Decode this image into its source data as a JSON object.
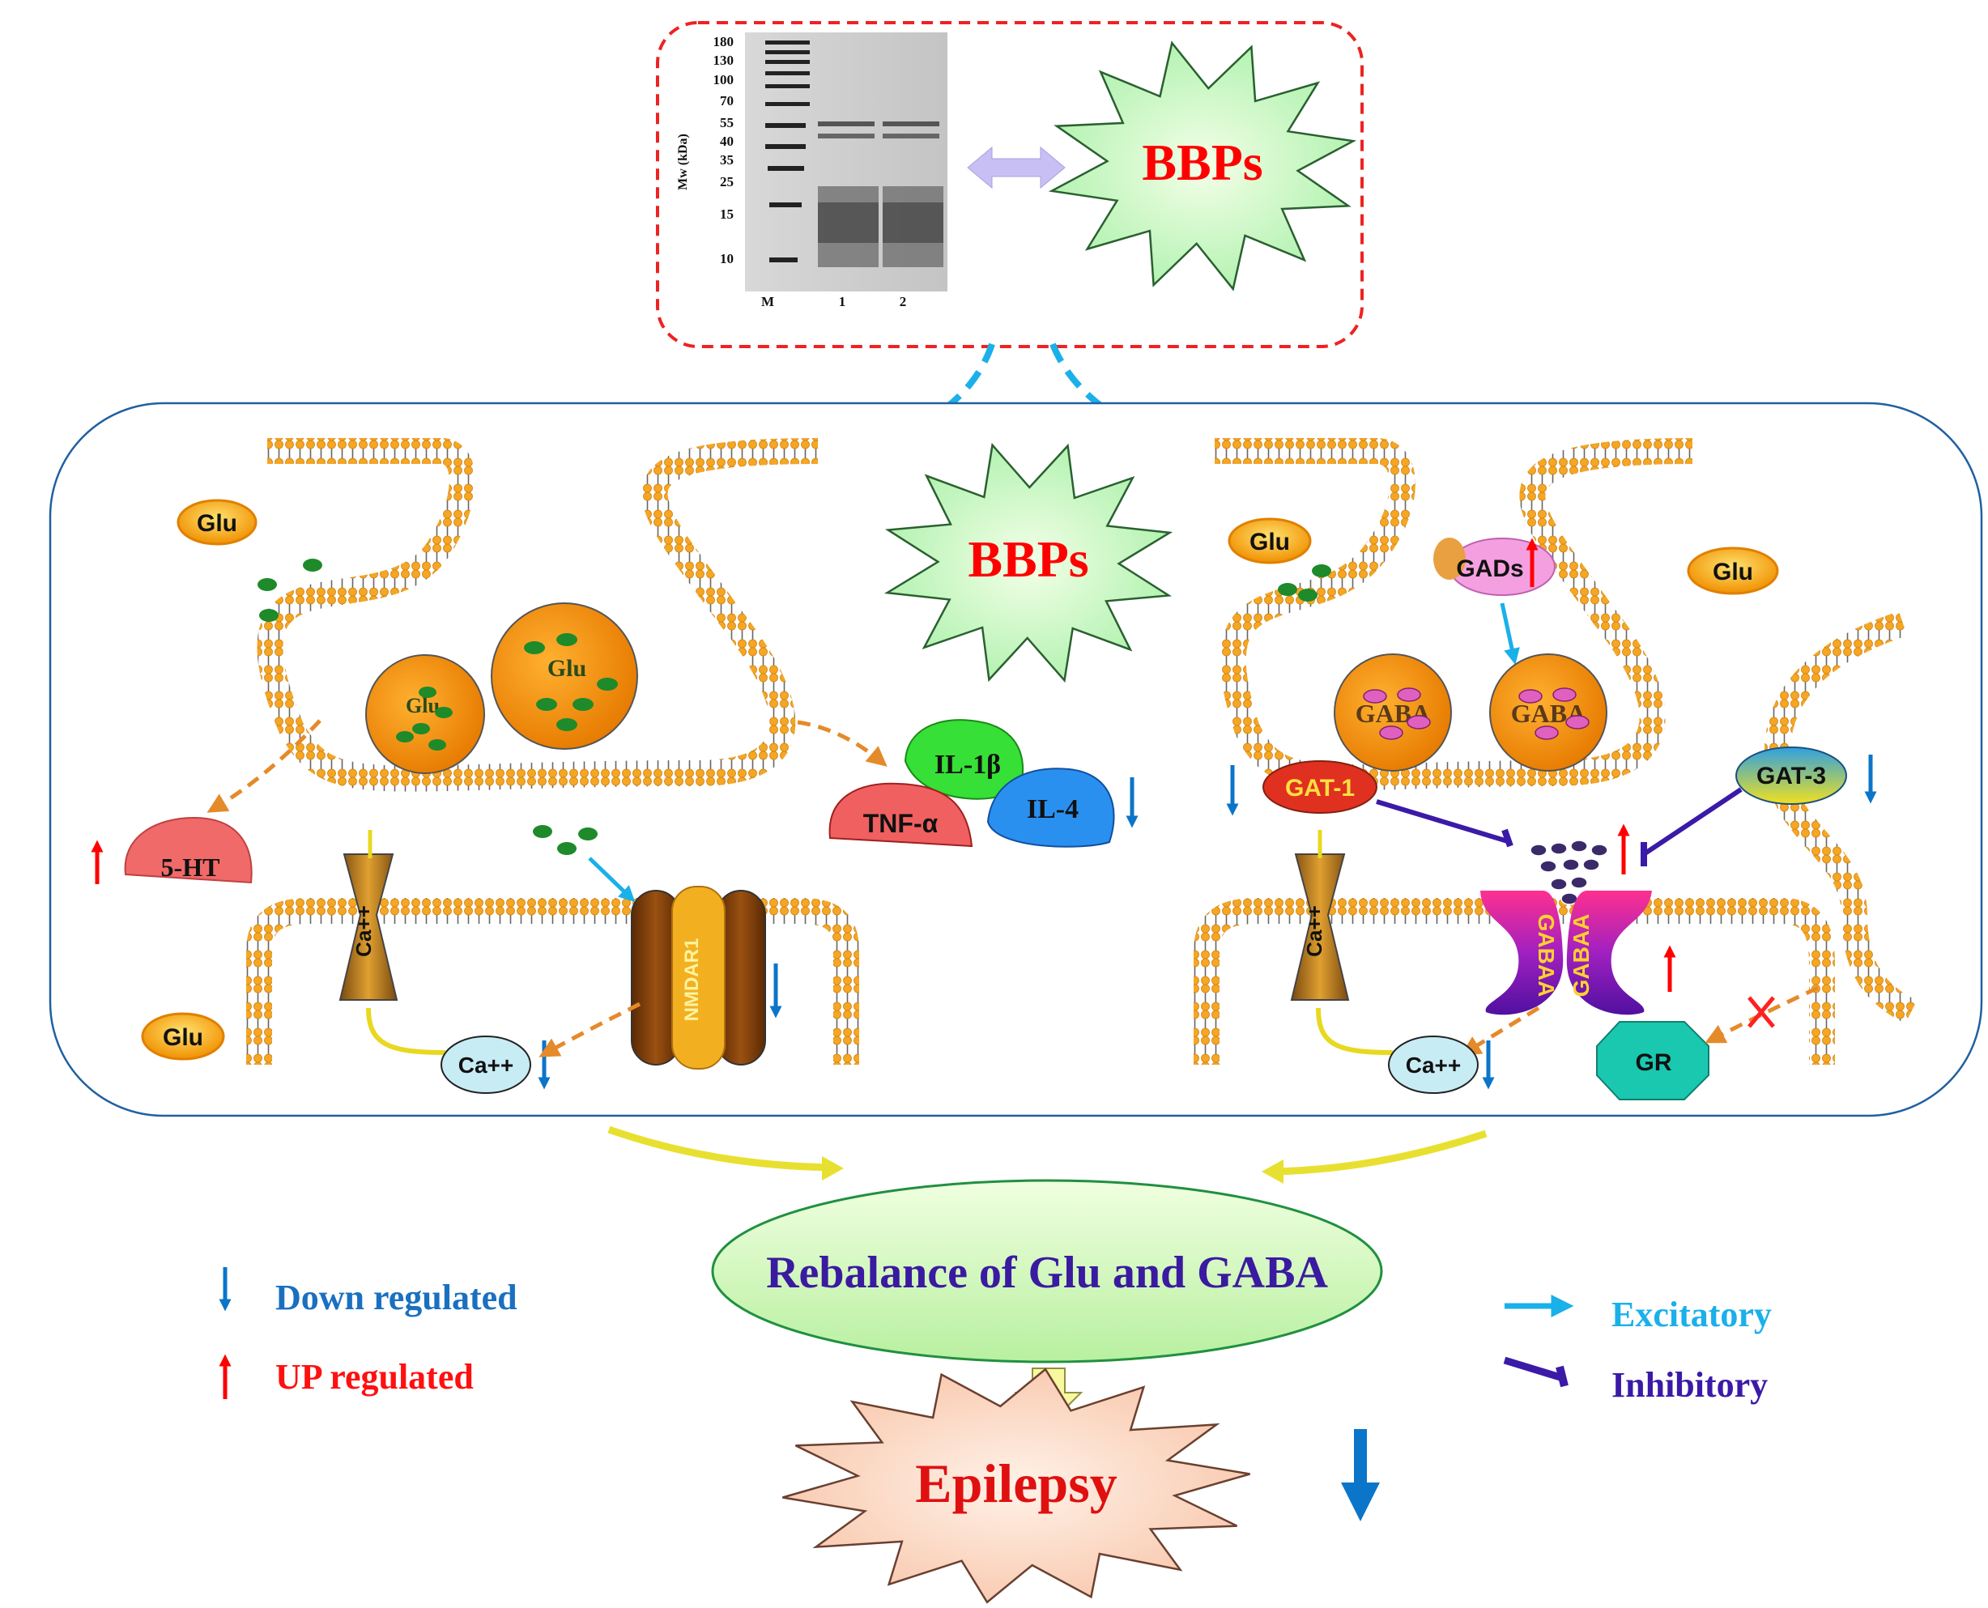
{
  "gel": {
    "axis_label": "Mw (kDa)",
    "markers": [
      "180",
      "130",
      "100",
      "70",
      "55",
      "40",
      "35",
      "25",
      "15",
      "10"
    ],
    "lanes": [
      "M",
      "1",
      "2"
    ]
  },
  "bbps_label": "BBPs",
  "left_synapse": {
    "glu_labels": [
      "Glu",
      "Glu",
      "Glu",
      "Glu"
    ],
    "serotonin": "5-HT",
    "calcium_channel": "Ca++",
    "calcium_ion": "Ca++",
    "receptor": "NMDAR1",
    "cytokines": [
      "IL-1β",
      "TNF-α",
      "IL-4"
    ]
  },
  "right_synapse": {
    "glu_labels": [
      "Glu",
      "Glu"
    ],
    "enzyme": "GADs",
    "vesicles": [
      "GABA",
      "GABA"
    ],
    "transporter_1": "GAT-1",
    "transporter_3": "GAT-3",
    "receptor": [
      "GABAA",
      "GABAA"
    ],
    "calcium_channel": "Ca++",
    "calcium_ion": "Ca++",
    "glucocorticoid_receptor": "GR"
  },
  "outcome": {
    "rebalance": "Rebalance of Glu and GABA",
    "disease": "Epilepsy"
  },
  "legend": {
    "down": "Down regulated",
    "up": "UP regulated",
    "excitatory": "Excitatory",
    "inhibitory": "Inhibitory"
  },
  "colors": {
    "down_arrow": "#0b75c9",
    "up_arrow": "#ff0000",
    "excitatory": "#1ab0ea",
    "inhibitory": "#3b1aa8",
    "bbps_text": "#ff0000",
    "membrane_head": "#f5a623",
    "rebalance_text": "#3a1aa0"
  }
}
